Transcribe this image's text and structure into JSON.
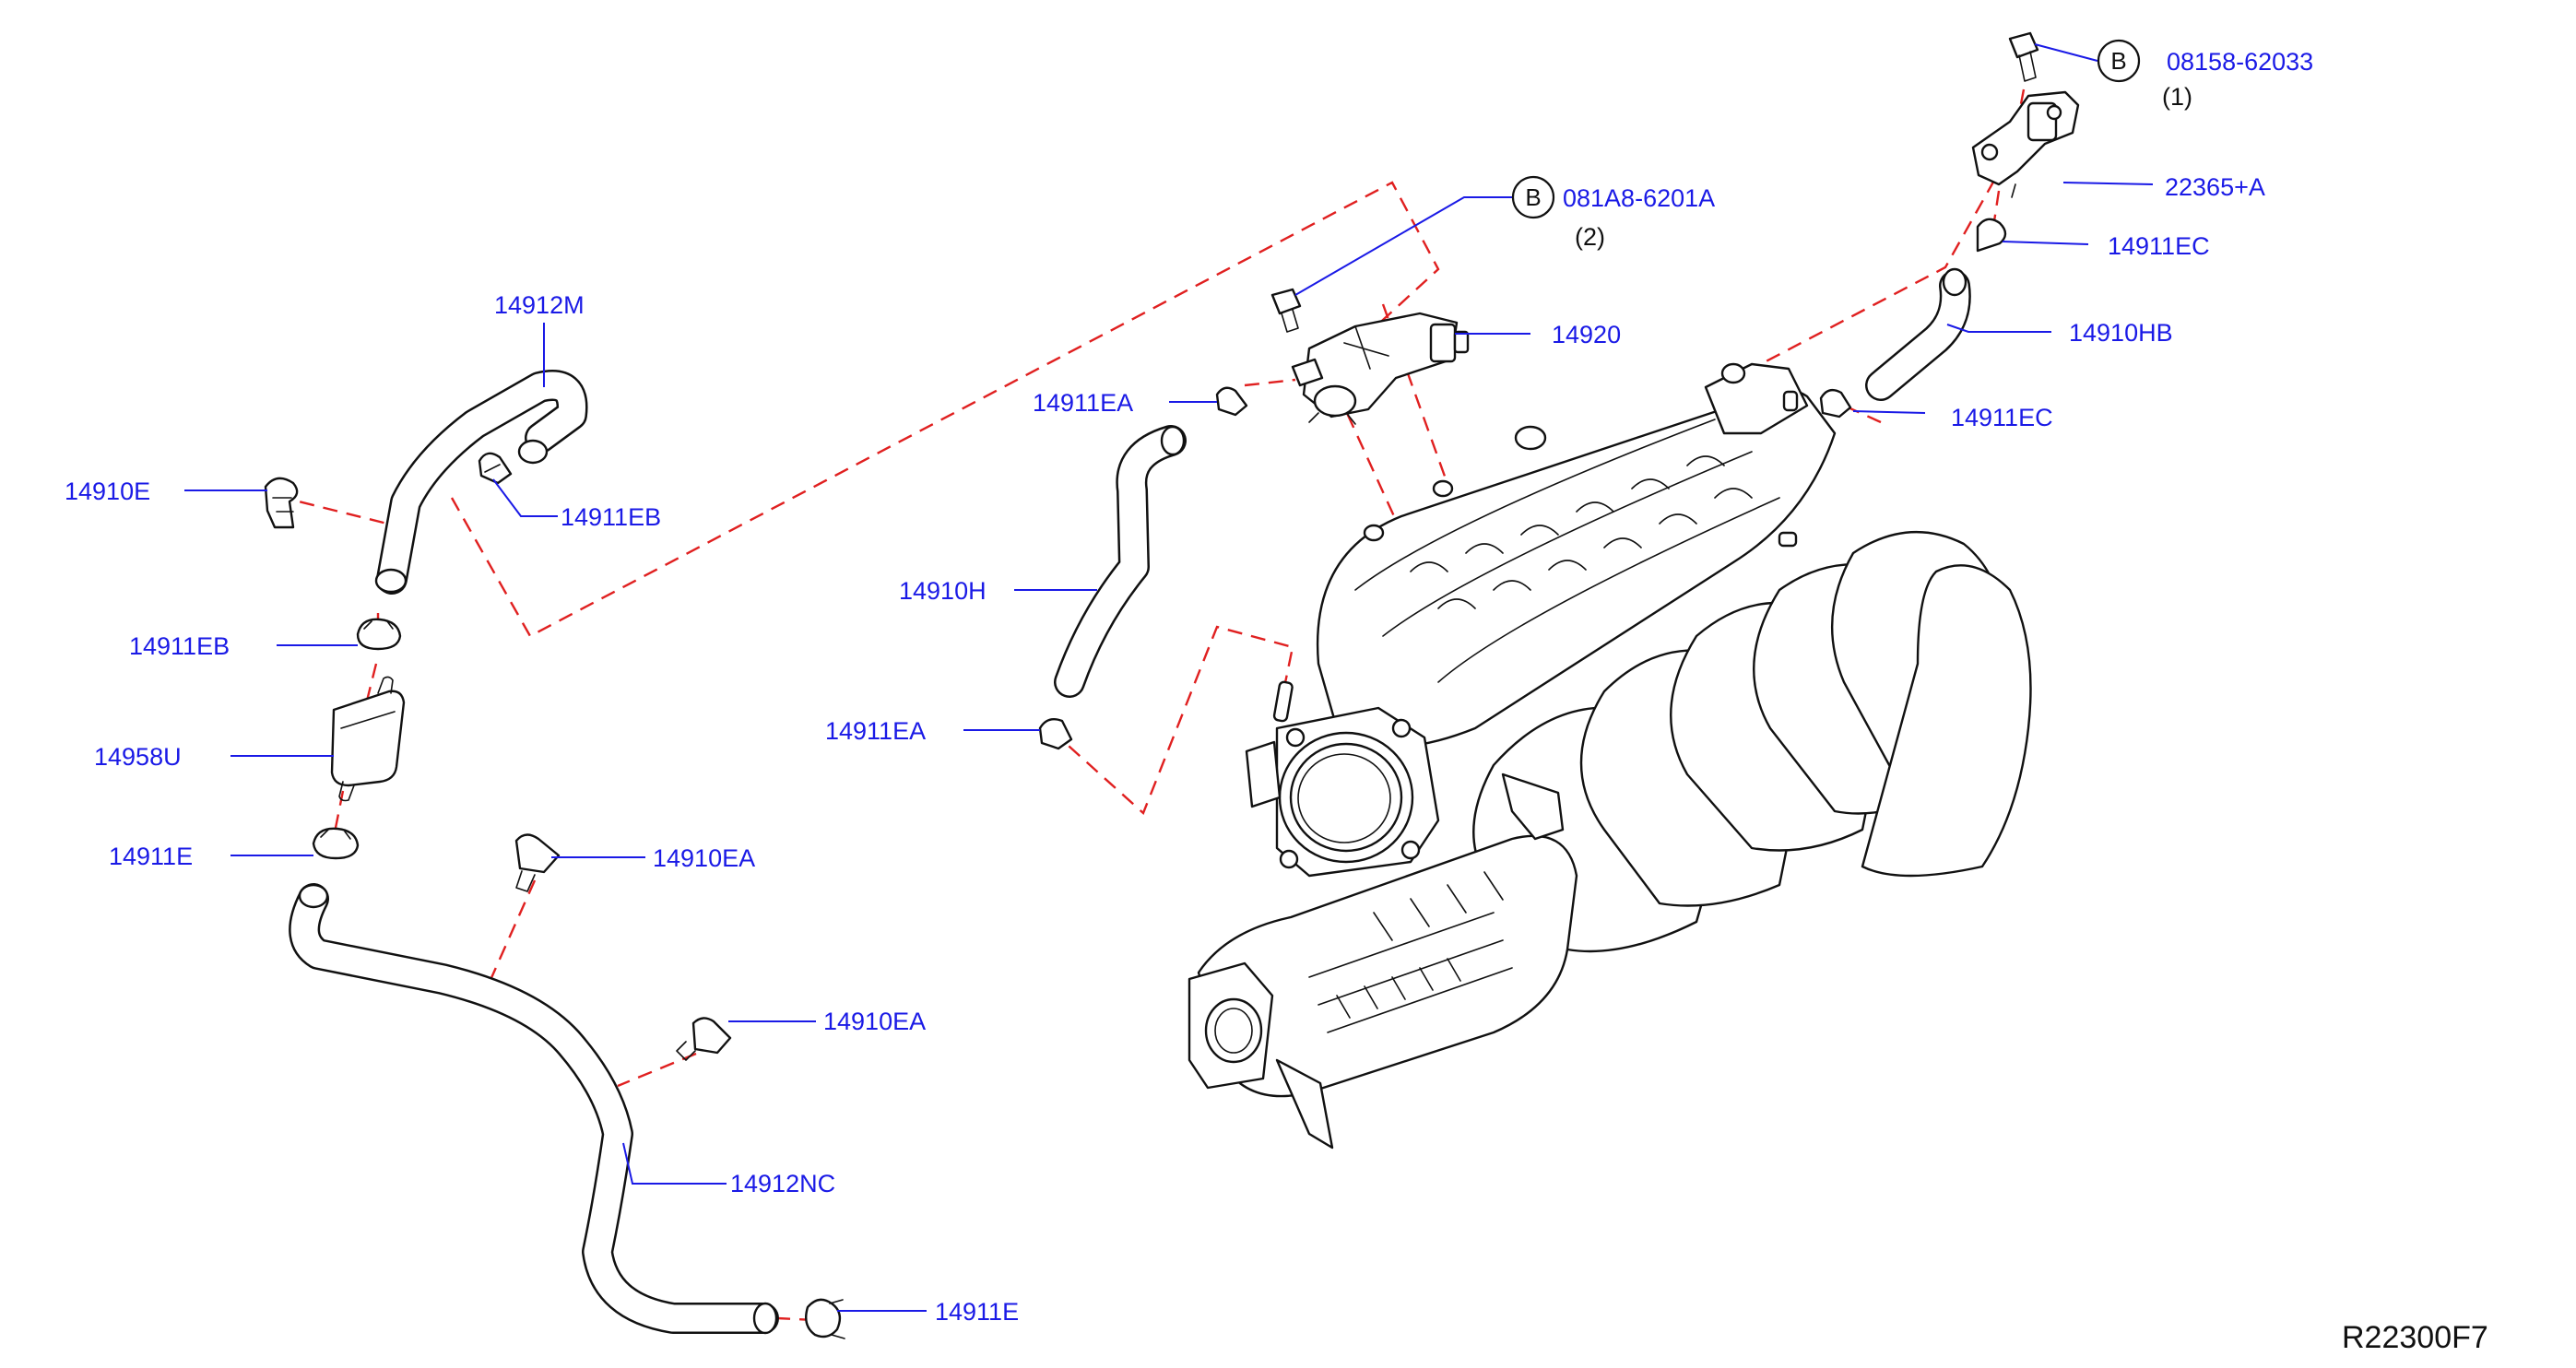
{
  "diagram_code": "R22300F7",
  "callouts": [
    {
      "id": "14912M",
      "label": "14912M"
    },
    {
      "id": "14910E",
      "label": "14910E"
    },
    {
      "id": "14911EB-upper",
      "label": "14911EB"
    },
    {
      "id": "14911EB-lower",
      "label": "14911EB"
    },
    {
      "id": "14958U",
      "label": "14958U"
    },
    {
      "id": "14911E-upper",
      "label": "14911E"
    },
    {
      "id": "14910EA-upper",
      "label": "14910EA"
    },
    {
      "id": "14910EA-lower",
      "label": "14910EA"
    },
    {
      "id": "14912NC",
      "label": "14912NC"
    },
    {
      "id": "14911E-lower",
      "label": "14911E"
    },
    {
      "id": "14911EA-upper",
      "label": "14911EA"
    },
    {
      "id": "14910H",
      "label": "14910H"
    },
    {
      "id": "14911EA-lower",
      "label": "14911EA"
    },
    {
      "id": "14920",
      "label": "14920"
    },
    {
      "id": "081A8-6201A",
      "label": "081A8-6201A",
      "symbol": "B",
      "quantity": "(2)"
    },
    {
      "id": "08158-62033",
      "label": "08158-62033",
      "symbol": "B",
      "quantity": "(1)"
    },
    {
      "id": "22365+A",
      "label": "22365+A"
    },
    {
      "id": "14911EC-upper",
      "label": "14911EC"
    },
    {
      "id": "14910HB",
      "label": "14910HB"
    },
    {
      "id": "14911EC-lower",
      "label": "14911EC"
    }
  ],
  "colors": {
    "callout_text": "#1a1ae6",
    "leader_line": "#1a1ae6",
    "dashed_guide": "#e02020",
    "part_outline": "#111111"
  }
}
